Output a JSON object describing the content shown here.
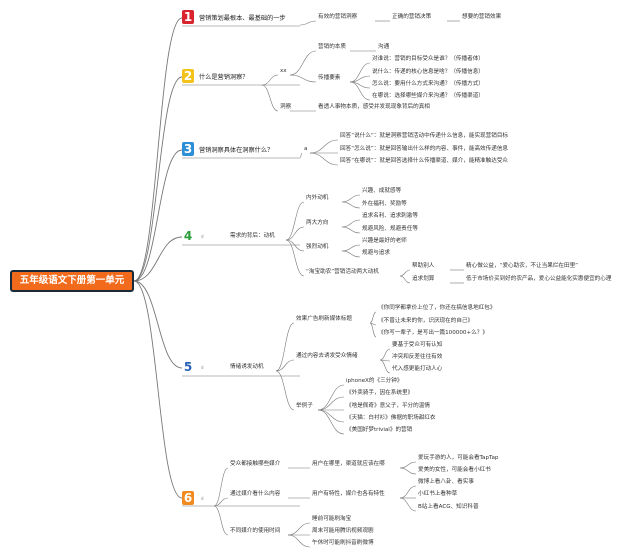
{
  "root": "五年级语文下册第一单元",
  "colors": {
    "line": "#777777",
    "root_fill": "#f26b1d",
    "n1": "#d9232e",
    "n2": "#f2c318",
    "n3": "#2e8fd6",
    "n4": "#2a9d3a",
    "n5": "#2a62b8",
    "n6": "#f08c1e"
  },
  "b1": {
    "num": "1",
    "title": "营销策划最根本、最基础的一步",
    "c1": "有效的营销洞察",
    "c2": "正确的营销决策",
    "c3": "想要的营销效果"
  },
  "b2": {
    "num": "2",
    "title": "什么是营销洞察？",
    "xx": "xx",
    "benzhi": "营销的本质",
    "goutong": "沟通",
    "yaosu": "传播要素",
    "items": [
      "对谁说：营销的目标受众是谁？（传播者体）",
      "说什么：传递的核心信息是啥？（传播信息）",
      "怎么说：要用什么方式来沟通？（传播方式）",
      "在哪说：选择哪些媒介来沟通？（传播渠道）"
    ],
    "dongcha": "洞察",
    "dongcha_text": "看透人事物本质，感受并发现现象背后的真相"
  },
  "b3": {
    "num": "3",
    "title": "营销洞察具体在洞察什么？",
    "a": "a",
    "items": [
      "回答“说什么”：就是洞察营销活动中传递什么信息，能实现营销目标",
      "回答“怎么说”：就是回答输出什么样的内容、事件，能高效传递信息",
      "回答“在哪说”：就是回答选择什么传播渠道、媒介，能精准触达受众"
    ]
  },
  "b4": {
    "num": "4",
    "sub": "d",
    "title": "需求的背后：动机",
    "neizai": "内外动机",
    "neizai_items": [
      "兴趣、成就感等",
      "外在福利、奖励等"
    ],
    "liangda": "两大方向",
    "liangda_items": [
      "追求名利、追求刺激等",
      "规避风险、规避责任等"
    ],
    "qianghua": "强烈动机",
    "qianghua_items": [
      "兴趣是最好的老师",
      "规避与追求"
    ],
    "taobao": "“淘宝助农”营销活动两大动机",
    "bangzhu": "帮助别人",
    "bangzhu_text": "精心做公益，“爱心助农，不让当果烂在田里”",
    "zhuiqiu": "追求划算",
    "zhuiqiu_text": "低于市场价买到好的农产品，爱心公益能化实惠便宜的心理"
  },
  "b5": {
    "num": "5",
    "sub": "d",
    "title": "情绪诱发动机",
    "guang": "效果广告刷新媒体标题",
    "guang_items": [
      "《你同学都拿价上位了，你还在搞信息地红包》",
      "《不曾让未来的你，识厌现在的自己》",
      "《你写一辈子，是写出一篇100000+么？》"
    ],
    "tongguo": "通过内容去诱发受众情绪",
    "tongguo_items": [
      "要基于受众可有认知",
      "冲突和反差往往有效",
      "代入感更能打动人心"
    ],
    "juli": "举例子",
    "juli_items": [
      "iphoneX的《三分钟》",
      "《外卖骑手，因在系统里》",
      "《啥是佩奇》意父子，平分的温情",
      "《天猫：白衬衫》佛据的职场甜红衣",
      "《美国好梦trivial》的营销"
    ]
  },
  "b6": {
    "num": "6",
    "sub": "d",
    "q1": "受众都接触哪些媒介",
    "q1_a": "用户在哪里，渠道就应该在哪",
    "q1_items": [
      "爱玩手游的人，可能会看TapTap",
      "爱美的女性，可能会看小红书"
    ],
    "q2": "通过媒介看什么内容",
    "q2_a": "用户有特性，媒介也各有特性",
    "q2_items": [
      "微博上看八卦、看实事",
      "小红书上看种草",
      "B站上看ACG、知识科普"
    ],
    "q3": "不同媒介的使用时间",
    "q3_items": [
      "睡前可能刷淘宝",
      "周末可能用腾讯视频观剧",
      "午休时可能刷抖音刷微博"
    ]
  }
}
